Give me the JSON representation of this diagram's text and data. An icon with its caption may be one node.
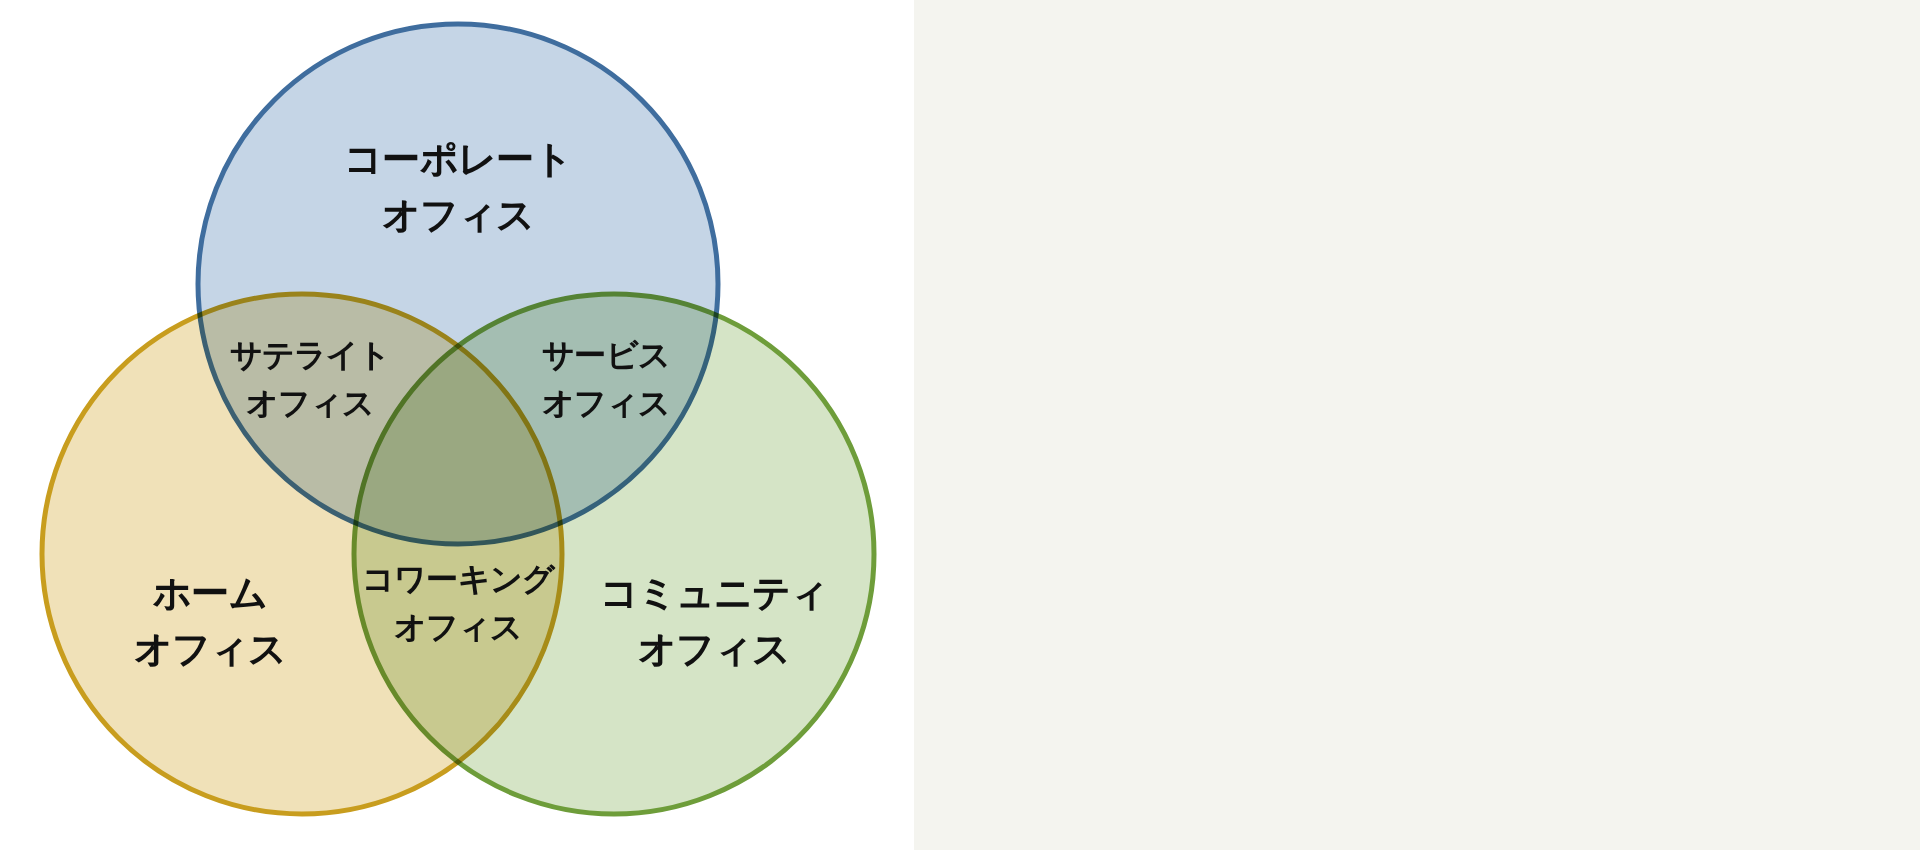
{
  "diagram": {
    "nodes": [
      {
        "text": [
          "コーポレートオフィス"
        ]
      },
      {
        "text": [
          "ホームオフィス"
        ]
      },
      {
        "text": [
          "コミュニティオフィス"
        ]
      }
    ],
    "labels": [
      "サテライトオフィス",
      "サービスオフィス",
      "コワーキングオフィス"
    ]
  }
}
